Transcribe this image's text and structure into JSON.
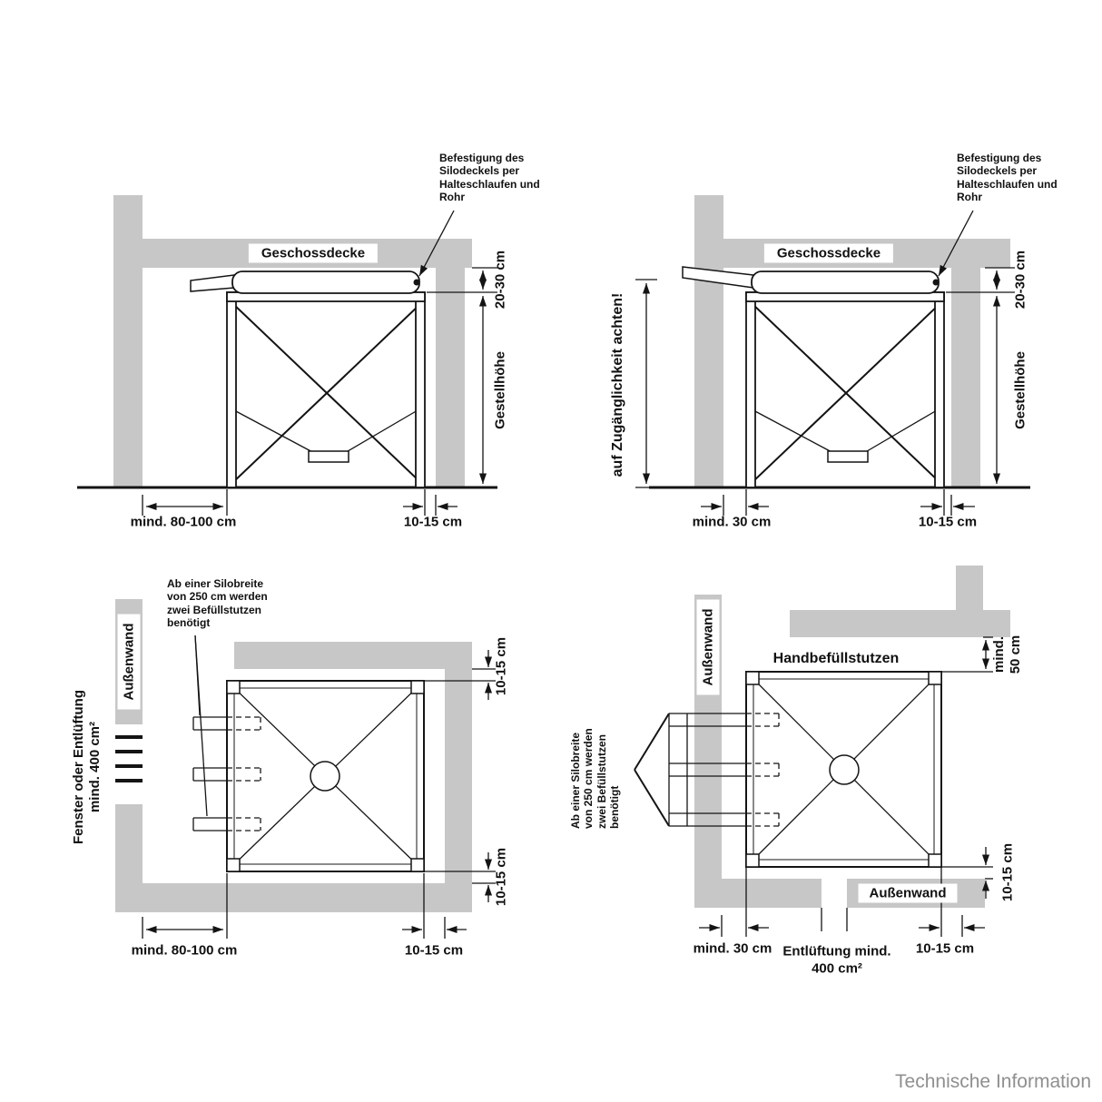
{
  "colors": {
    "wall_gray": "#c7c7c7",
    "line": "#141414",
    "footer_gray": "#8f8f8f"
  },
  "footer": {
    "label": "Technische Information"
  },
  "top_left": {
    "annotation": "Befestigung des Silodeckels per Halteschlaufen und Rohr",
    "ceiling": "Geschossdecke",
    "dim_clearance": "20-30 cm",
    "dim_height": "Gestellhöhe",
    "dim_left": "mind. 80-100 cm",
    "dim_right": "10-15 cm"
  },
  "top_right": {
    "access_note": "auf Zugänglichkeit achten!",
    "annotation": "Befestigung des Silodeckels per Halteschlaufen und Rohr",
    "ceiling": "Geschossdecke",
    "dim_clearance": "20-30 cm",
    "dim_height": "Gestellhöhe",
    "dim_left": "mind. 30 cm",
    "dim_right": "10-15 cm"
  },
  "bottom_left": {
    "wall_label": "Außenwand",
    "window_note": "Fenster oder Entlüftung mind. 400 cm²",
    "nozzle_note": "Ab einer Silobreite von 250 cm werden zwei Befüllstutzen benötigt",
    "dim_top": "10-15 cm",
    "dim_bottom_gap": "10-15 cm",
    "dim_left": "mind. 80-100 cm",
    "dim_right": "10-15 cm"
  },
  "bottom_right": {
    "wall_label_left": "Außenwand",
    "wall_label_bottom": "Außenwand",
    "title": "Handbefüllstutzen",
    "nozzle_note": "Ab einer Silobreite von 250 cm werden zwei Befüllstutzen benötigt",
    "vent_label": "Entlüftung mind. 400 cm²",
    "dim_top": "mind. 50 cm",
    "dim_bottom_gap": "10-15 cm",
    "dim_left": "mind. 30 cm",
    "dim_right": "10-15 cm"
  }
}
